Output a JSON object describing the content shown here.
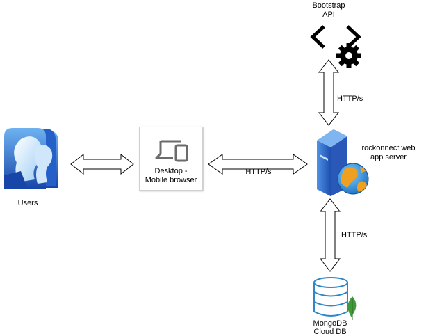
{
  "nodes": {
    "users": {
      "label": "Users",
      "icon": "users-icon"
    },
    "browser": {
      "label_line1": "Desktop -",
      "label_line2": "Mobile browser",
      "icon": "devices-icon"
    },
    "api": {
      "label_line1": "Bootstrap",
      "label_line2": "API",
      "icon": "code-gear-icon"
    },
    "server": {
      "label_line1": "rockonnect web",
      "label_line2": "app server",
      "icon": "server-globe-icon"
    },
    "db": {
      "label_line1": "MongoDB",
      "label_line2": "Cloud DB",
      "icon": "database-leaf-icon"
    }
  },
  "edges": {
    "users_browser": {
      "label": ""
    },
    "browser_server": {
      "label": "HTTP/s"
    },
    "server_api": {
      "label": "HTTP/s"
    },
    "server_db": {
      "label": "HTTP/s"
    }
  },
  "colors": {
    "users_blue": "#1a5fc4",
    "users_light": "#8ec5f2",
    "server_blue": "#2a6fd0",
    "globe_orange": "#f0a020",
    "db_blue": "#2f87c8",
    "leaf_green": "#3f9a3a",
    "device_gray": "#6b6b6b"
  }
}
